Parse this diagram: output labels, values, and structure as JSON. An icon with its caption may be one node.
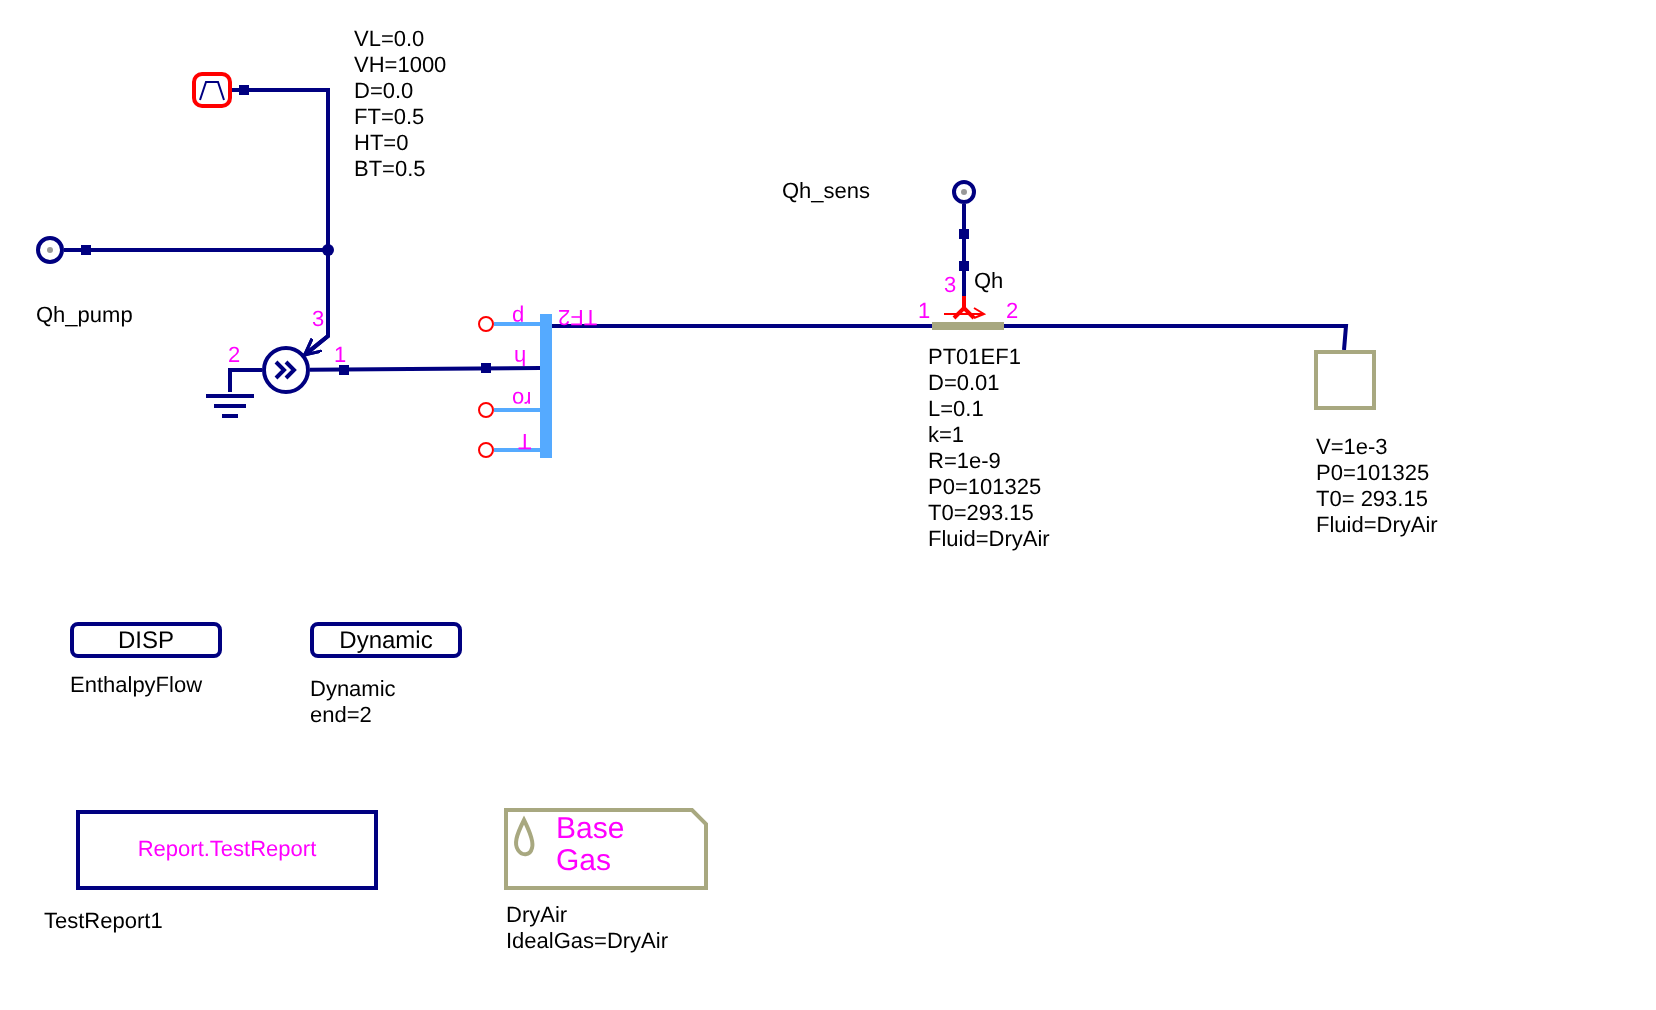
{
  "diagram": {
    "nodes": [
      {
        "text": [],
        "shape": "box",
        "beside": [
          "VL=0.0",
          "VH=1000",
          "D=0.0",
          "FT=0.5",
          "HT=0",
          "BT=0.5"
        ]
      },
      {
        "text": [],
        "shape": "circle",
        "beside": [
          "Qh_pump"
        ]
      },
      {
        "text": [],
        "shape": "circle"
      },
      {
        "text": [],
        "shape": "ground"
      },
      {
        "text": [],
        "shape": "bar"
      },
      {
        "text": [],
        "shape": "circle",
        "beside": [
          "Qh_sens"
        ]
      },
      {
        "text": [],
        "shape": "bar",
        "beside": [
          "PT01EF1",
          "D=0.01",
          "L=0.1",
          "k=1",
          "R=1e-9",
          "P0=101325",
          "T0=293.15",
          "Fluid=DryAir"
        ]
      },
      {
        "text": [],
        "shape": "box",
        "beside": [
          "V=1e-3",
          "P0=101325",
          "T0= 293.15",
          "Fluid=DryAir"
        ]
      },
      {
        "text": [
          "DISP"
        ],
        "beside": [
          "EnthalpyFlow"
        ]
      },
      {
        "text": [
          "Dynamic"
        ],
        "beside": [
          "Dynamic",
          "end=2"
        ]
      },
      {
        "text": [
          "Report.TestReport"
        ],
        "beside": [
          "TestReport1"
        ]
      },
      {
        "text": [
          "Base Gas"
        ],
        "beside": [
          "DryAir",
          "IdealGas=DryAir"
        ]
      }
    ],
    "edges": [
      {
        "from": 0,
        "to": 2,
        "arrow": "to"
      },
      {
        "from": 1,
        "to": 2,
        "arrow": "to"
      },
      {
        "from": 3,
        "to": 2,
        "arrow": "none"
      },
      {
        "from": 2,
        "to": 4,
        "arrow": "none"
      },
      {
        "from": 4,
        "to": 6,
        "arrow": "none"
      },
      {
        "from": 5,
        "to": 6,
        "arrow": "none"
      },
      {
        "from": 6,
        "to": 7,
        "arrow": "none"
      }
    ],
    "labels": [
      "3",
      "2",
      "1",
      "p",
      "TF2",
      "h",
      "ro",
      "T",
      "3",
      "Qh",
      "1",
      "2"
    ]
  }
}
